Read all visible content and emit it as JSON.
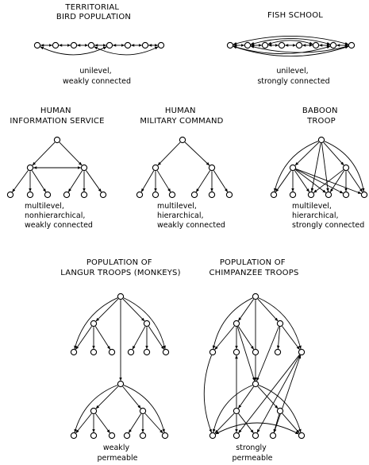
{
  "panels": [
    {
      "id": "territorial",
      "title": [
        "TERRITORIAL",
        "BIRD POPULATION"
      ],
      "caption": [
        "unilevel,",
        "weakly connected"
      ]
    },
    {
      "id": "fish",
      "title": [
        "FISH SCHOOL"
      ],
      "caption": [
        "unilevel,",
        "strongly connected"
      ]
    },
    {
      "id": "info",
      "title": [
        "HUMAN",
        "INFORMATION SERVICE"
      ],
      "caption": [
        "multilevel,",
        "nonhierarchical,",
        "weakly connected"
      ]
    },
    {
      "id": "military",
      "title": [
        "HUMAN",
        "MILITARY COMMAND"
      ],
      "caption": [
        "multilevel,",
        "hierarchical,",
        "weakly connected"
      ]
    },
    {
      "id": "baboon",
      "title": [
        "BABOON",
        "TROOP"
      ],
      "caption": [
        "multilevel,",
        "hierarchical,",
        "strongly connected"
      ]
    },
    {
      "id": "langur",
      "title": [
        "POPULATION OF",
        "LANGUR TROOPS (MONKEYS)"
      ],
      "caption": [
        "weakly",
        "permeable"
      ]
    },
    {
      "id": "chimp",
      "title": [
        "POPULATION OF",
        "CHIMPANZEE TROOPS"
      ],
      "caption": [
        "strongly",
        "permeable"
      ]
    }
  ]
}
